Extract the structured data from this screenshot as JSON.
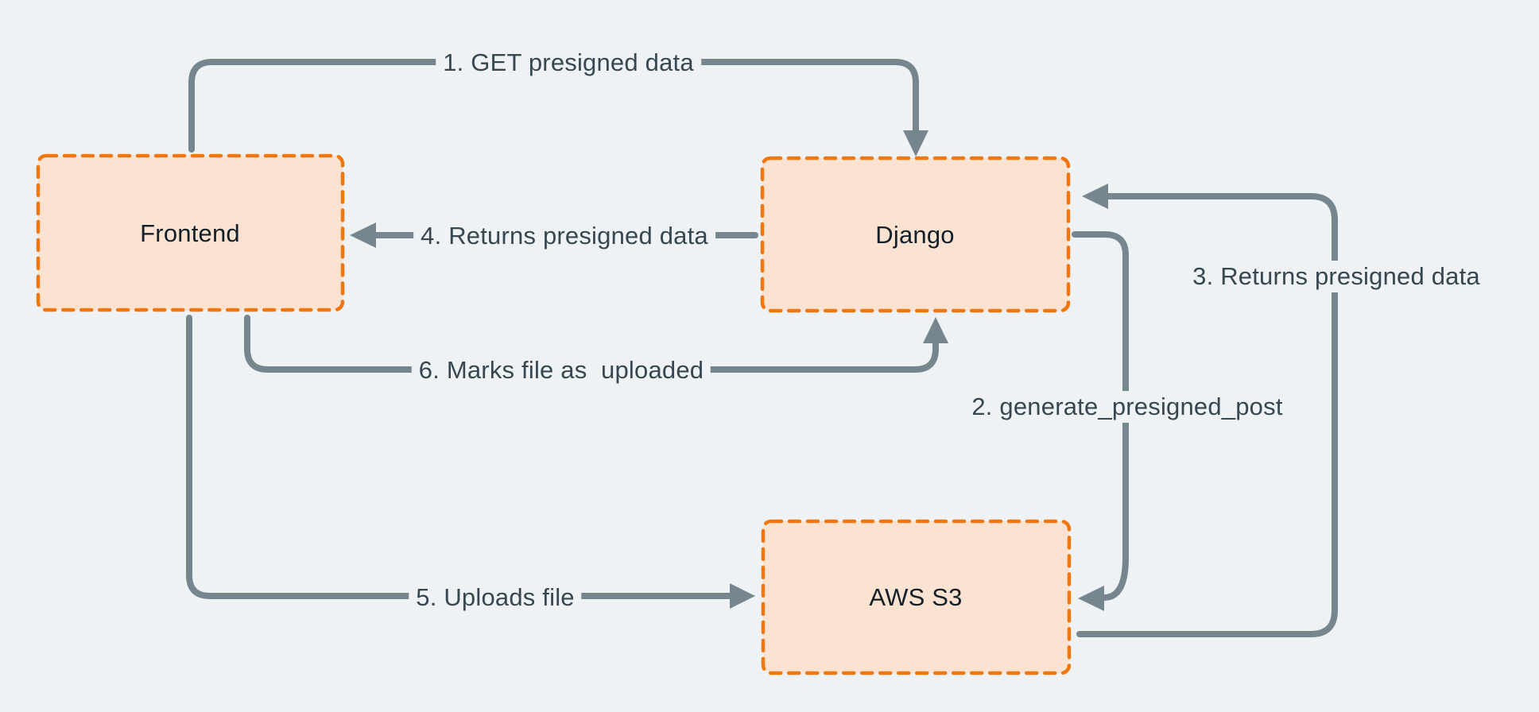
{
  "colors": {
    "background": "#eef2f5",
    "node_fill": "#fce3d1",
    "node_border": "#f0770f",
    "arrow": "#76868f",
    "edge_label_text": "#37474f",
    "node_label_text": "#131f29"
  },
  "nodes": [
    {
      "id": "frontend",
      "label": "Frontend"
    },
    {
      "id": "django",
      "label": "Django"
    },
    {
      "id": "aws-s3",
      "label": "AWS S3"
    }
  ],
  "edges": [
    {
      "id": "1",
      "label": "1. GET presigned data",
      "from": "frontend",
      "to": "django"
    },
    {
      "id": "2",
      "label": "2. generate_presigned_post",
      "from": "django",
      "to": "aws-s3"
    },
    {
      "id": "3",
      "label": "3. Returns presigned data",
      "from": "aws-s3",
      "to": "django"
    },
    {
      "id": "4",
      "label": "4. Returns presigned data",
      "from": "django",
      "to": "frontend"
    },
    {
      "id": "5",
      "label": "5. Uploads file",
      "from": "frontend",
      "to": "aws-s3"
    },
    {
      "id": "6",
      "label": "6. Marks file as  uploaded",
      "from": "frontend",
      "to": "django"
    }
  ]
}
